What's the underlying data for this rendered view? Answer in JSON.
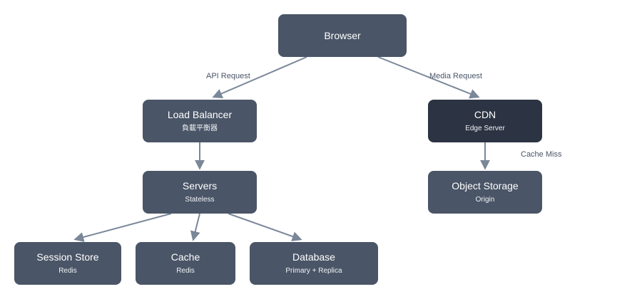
{
  "colors": {
    "node_fill": "#4a5567",
    "cdn_fill": "#2c3443",
    "edge": "#7a8799",
    "node_text": "#ffffff",
    "label_text": "#4a5567"
  },
  "nodes": {
    "browser": {
      "title": "Browser"
    },
    "load_balancer": {
      "title": "Load Balancer",
      "subtitle": "負載平衡器"
    },
    "cdn": {
      "title": "CDN",
      "subtitle": "Edge Server"
    },
    "servers": {
      "title": "Servers",
      "subtitle": "Stateless"
    },
    "object_storage": {
      "title": "Object Storage",
      "subtitle": "Origin"
    },
    "session_store": {
      "title": "Session Store",
      "subtitle": "Redis"
    },
    "cache": {
      "title": "Cache",
      "subtitle": "Redis"
    },
    "database": {
      "title": "Database",
      "subtitle": "Primary + Replica"
    }
  },
  "edges": {
    "browser_to_lb": {
      "label": "API Request"
    },
    "browser_to_cdn": {
      "label": "Media Request"
    },
    "cdn_to_storage": {
      "label": "Cache Miss"
    }
  }
}
